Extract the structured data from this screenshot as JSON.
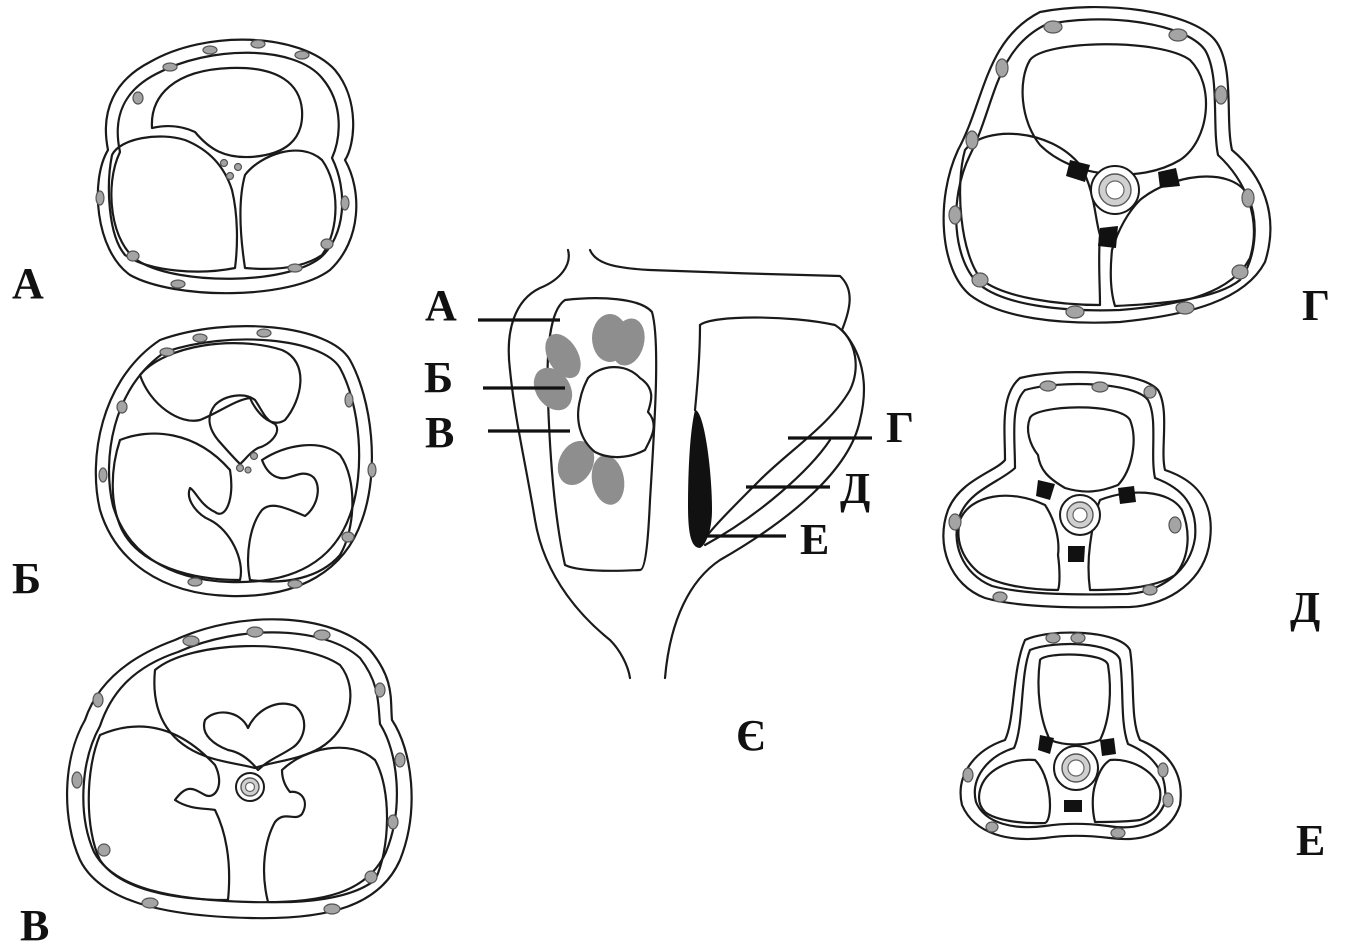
{
  "labels": {
    "section_a": "А",
    "section_b": "Б",
    "section_v": "В",
    "section_g": "Г",
    "section_d": "Д",
    "section_e": "Е",
    "center_a": "А",
    "center_b": "Б",
    "center_v": "В",
    "center_g": "Г",
    "center_d": "Д",
    "center_e": "Е",
    "center_figure": "Є"
  }
}
